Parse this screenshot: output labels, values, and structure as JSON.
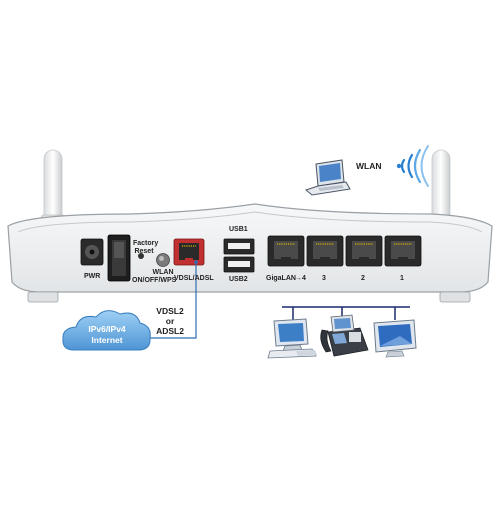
{
  "labels": {
    "wlan": "WLAN",
    "usb1": "USB1",
    "usb2": "USB2",
    "pwr": "PWR",
    "factory_reset_line1": "Factory",
    "factory_reset_line2": "Reset",
    "wlan_button_line1": "WLAN",
    "wlan_button_line2": "ON/OFF/WPS",
    "vdsl_adsl_port": "VDSL/ADSL",
    "gigalan": "GigaLAN",
    "lan_arrow": "→",
    "lan_port_4": "4",
    "lan_port_3": "3",
    "lan_port_2": "2",
    "lan_port_1": "1",
    "vdsl2": "VDSL2",
    "or": "or",
    "adsl2": "ADSL2",
    "cloud_line1": "IPv6/IPv4",
    "cloud_line2": "Internet"
  },
  "icons": [
    "laptop-icon",
    "wireless-signal-icon",
    "desktop-computer-icon",
    "ip-phone-icon",
    "flat-panel-tv-icon",
    "antenna-icon"
  ],
  "colors": {
    "wan_cable": "#2e6fb5",
    "lan_line": "#1a2a6e",
    "wireless_waves": "#2a7fd0",
    "cloud_fill": "#6fb3e8",
    "cloud_text": "#ffffff",
    "router_body": "#eef0f1",
    "port_red": "#c03030"
  }
}
